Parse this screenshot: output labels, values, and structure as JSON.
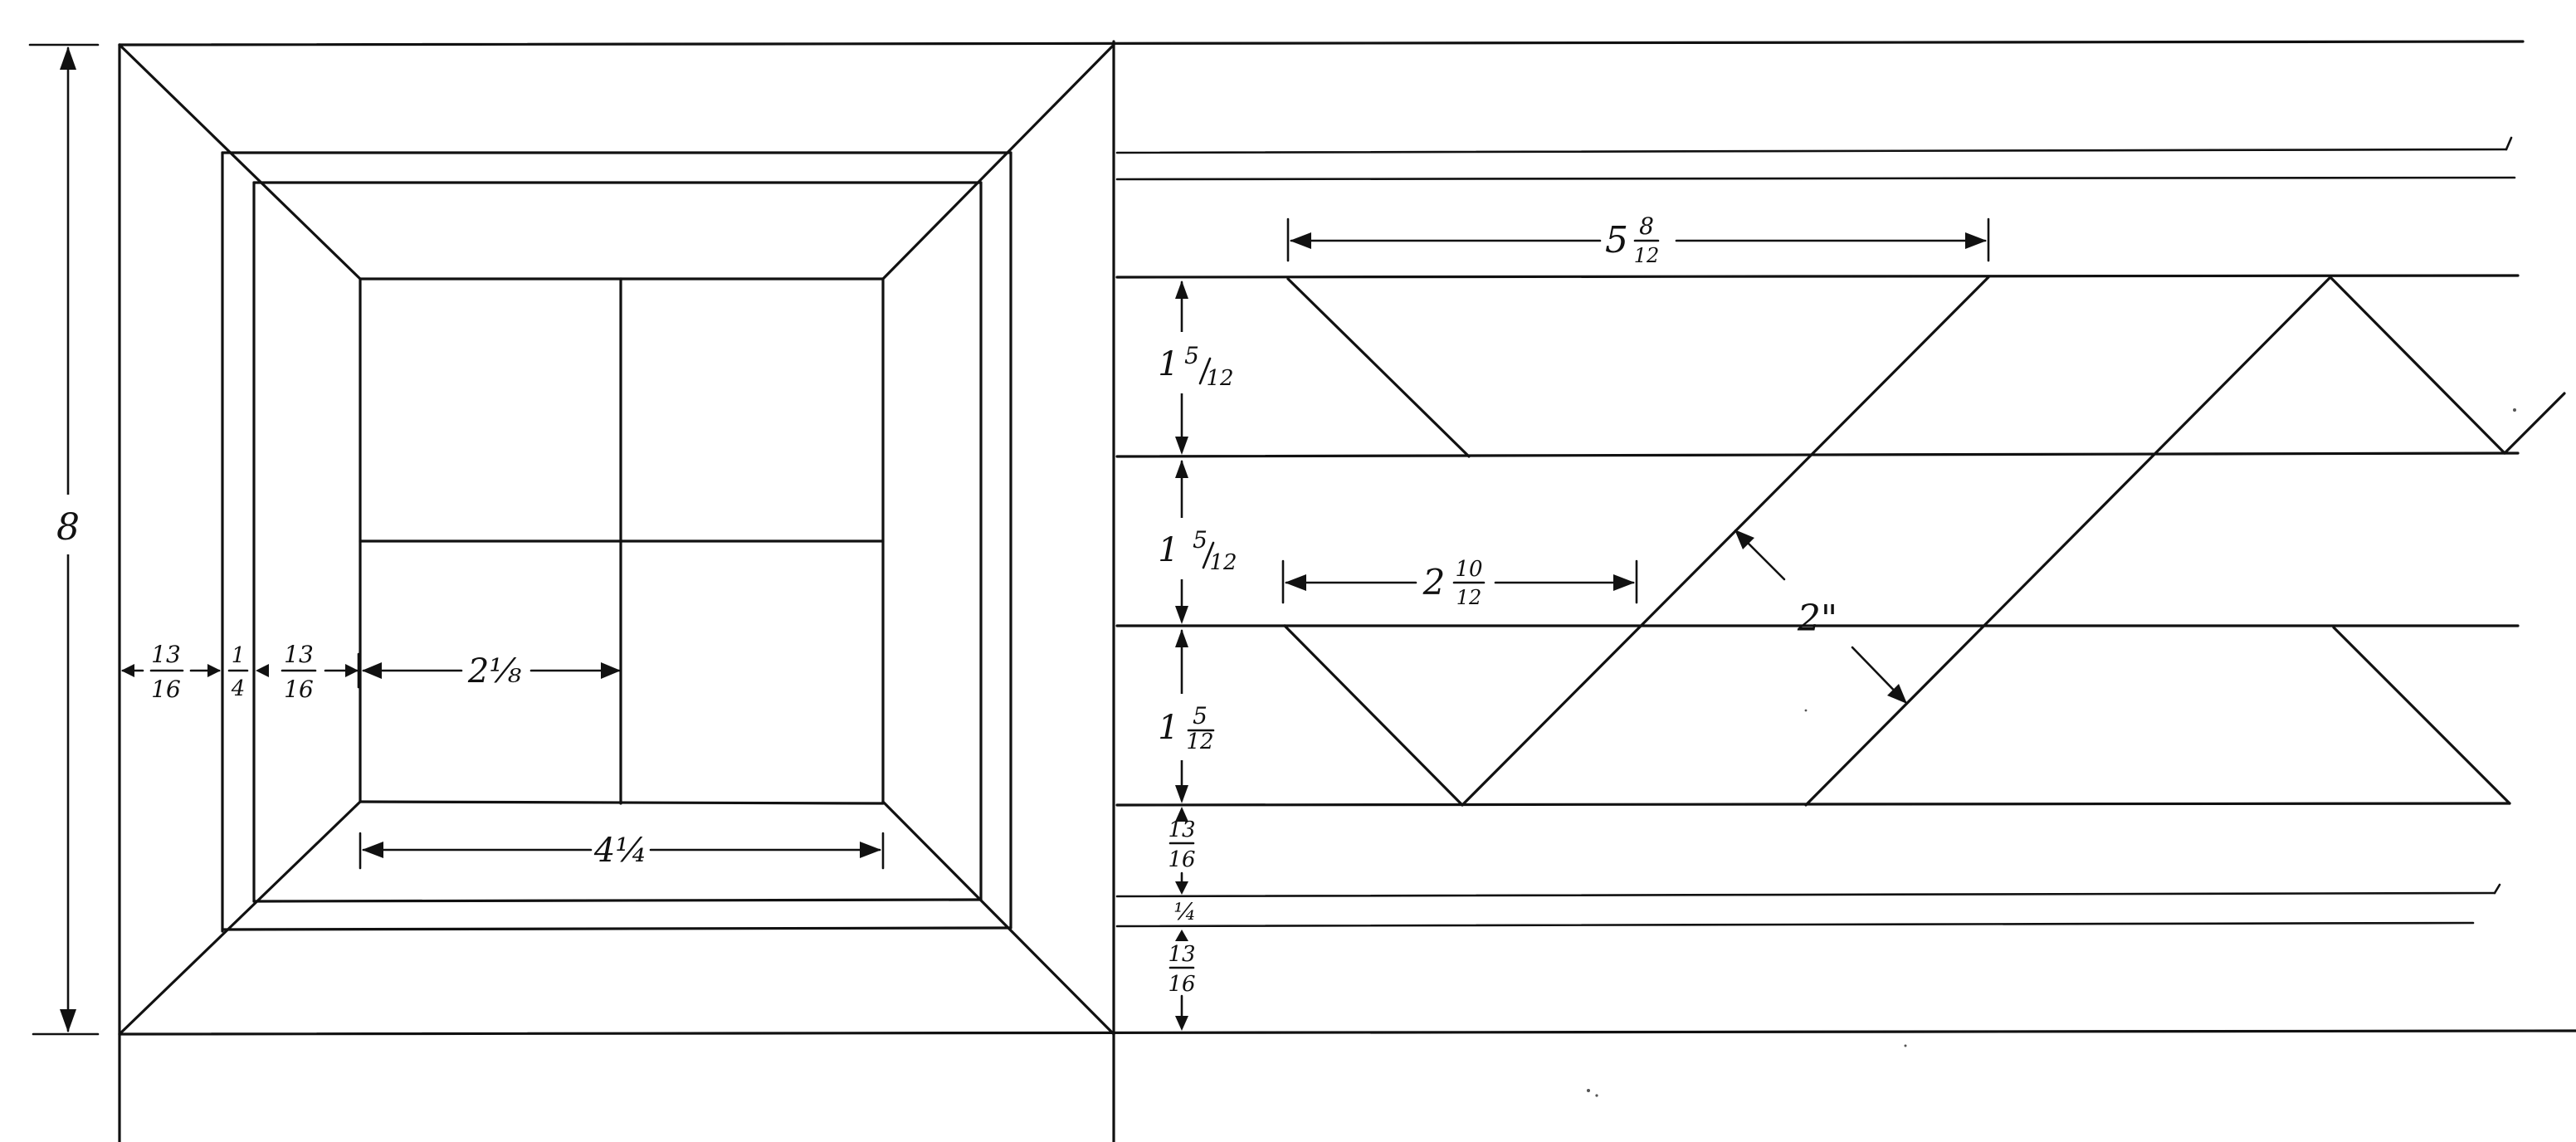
{
  "labels": {
    "height": "8",
    "top_width": "5",
    "top_width_num": "8",
    "top_width_den": "12",
    "band1_whole": "1",
    "band1_num": "5",
    "band1_den": "12",
    "band2_whole": "1",
    "band2_num": "5",
    "band2_den": "12",
    "band3_whole": "1",
    "band3_num": "5",
    "band3_den": "12",
    "mid_width_whole": "2",
    "mid_width_num": "10",
    "mid_width_den": "12",
    "diag_width": "2\"",
    "left_a_num": "13",
    "left_a_den": "16",
    "left_b_num": "1",
    "left_b_den": "4",
    "left_c_num": "13",
    "left_c_den": "16",
    "inner_half": "2⅛",
    "inner_full": "4¼",
    "right_a_num": "13",
    "right_a_den": "16",
    "right_b": "¼",
    "right_c_num": "13",
    "right_c_den": "16"
  }
}
